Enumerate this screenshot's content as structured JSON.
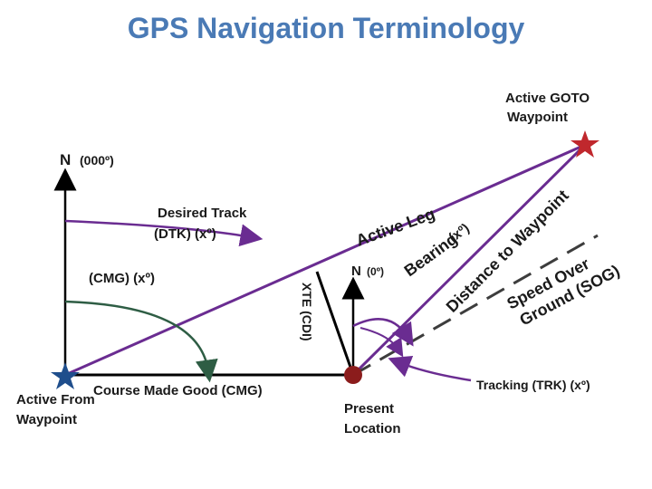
{
  "title": "GPS Navigation Terminology",
  "labels": {
    "active_goto_line1": "Active GOTO",
    "active_goto_line2": "Waypoint",
    "north_main": "N",
    "north_main_heading": "(000º)",
    "desired_track_line1": "Desired Track",
    "desired_track_line2": "(DTK) (xº)",
    "cmg_angle": "(CMG) (xº)",
    "active_from_line1": "Active From",
    "active_from_line2": "Waypoint",
    "course_made_good": "Course Made Good (CMG)",
    "active_leg": "Active Leg",
    "north_present": "N",
    "north_present_heading": "(0º)",
    "bearing": "Bearing",
    "bearing_angle": "(xº)",
    "distance_to_waypoint": "Distance to Waypoint",
    "speed_over_ground": "Speed Over",
    "ground_sog": "Ground (SOG)",
    "xte_cdi": "XTE (CDI)",
    "present_line1": "Present",
    "present_line2": "Location",
    "tracking": "Tracking (TRK) (xº)"
  },
  "colors": {
    "title": "#4a7ab5",
    "waypoint_star": "#c0282d",
    "from_star": "#1f4e8c",
    "bearing_line": "#6a2c91",
    "arc_green": "#2e5d44",
    "present_dot": "#8b1c1c",
    "sog_dash": "#3d3d3d"
  },
  "icons": {
    "goto_waypoint": "star-icon",
    "from_waypoint": "star-icon",
    "present_location": "dot-icon"
  }
}
